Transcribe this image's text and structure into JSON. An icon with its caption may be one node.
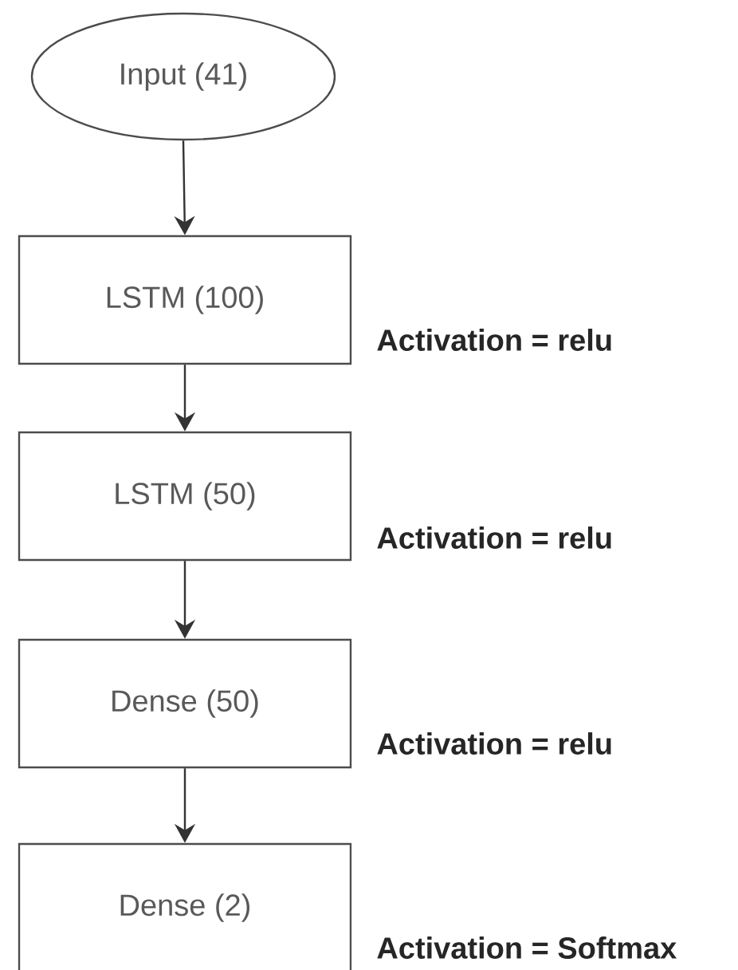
{
  "diagram": {
    "nodes": [
      {
        "text": [
          "Input (41)"
        ]
      },
      {
        "text": [
          "LSTM (100)"
        ],
        "beside": [
          "Activation = relu"
        ]
      },
      {
        "text": [
          "LSTM (50)"
        ],
        "beside": [
          "Activation = relu"
        ]
      },
      {
        "text": [
          "Dense (50)"
        ],
        "beside": [
          "Activation = relu"
        ]
      },
      {
        "text": [
          "Dense (2)"
        ],
        "beside": [
          "Activation = Softmax"
        ]
      }
    ],
    "edges": [
      {
        "from": 0,
        "to": 1,
        "arrow": "to"
      },
      {
        "from": 1,
        "to": 2,
        "arrow": "to"
      },
      {
        "from": 2,
        "to": 3,
        "arrow": "to"
      },
      {
        "from": 3,
        "to": 4,
        "arrow": "to"
      }
    ]
  }
}
